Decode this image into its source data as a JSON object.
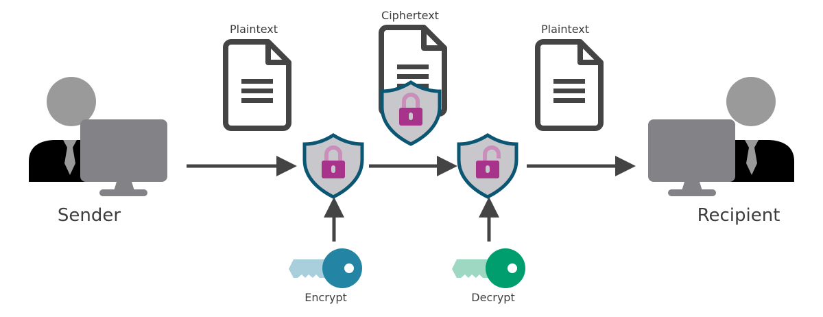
{
  "labels": {
    "sender": "Sender",
    "recipient": "Recipient",
    "plaintext_left": "Plaintext",
    "ciphertext": "Ciphertext",
    "plaintext_right": "Plaintext",
    "encrypt": "Encrypt",
    "decrypt": "Decrypt"
  },
  "colors": {
    "arrow": "#444444",
    "document": "#444444",
    "shield_fill": "#c8c7cc",
    "shield_border": "#0b5673",
    "lock": "#a8338a",
    "lock_shackle": "#c98fba",
    "encrypt_key": "#2384a4",
    "encrypt_key_blade": "#a9cfdc",
    "decrypt_key": "#009e6e",
    "decrypt_key_blade": "#9ed8c2",
    "monitor": "#838287",
    "head": "#9a9a9a",
    "suit": "#000000"
  }
}
